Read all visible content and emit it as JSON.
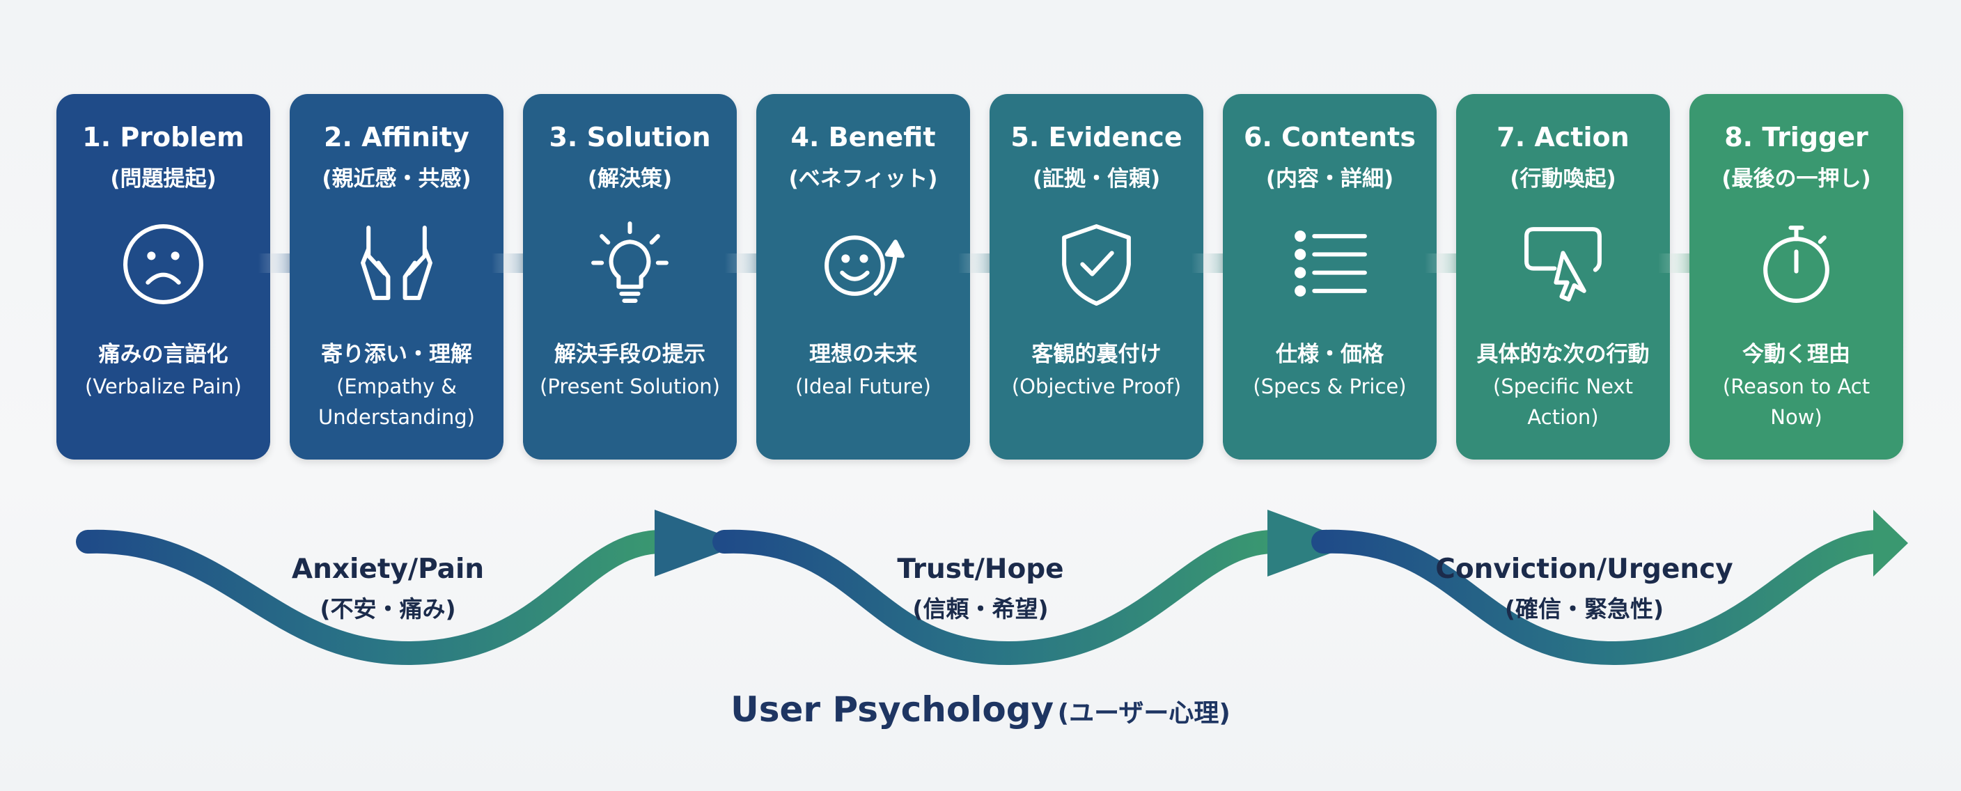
{
  "steps": [
    {
      "title": "1. Problem",
      "sub": "(問題提起)",
      "jp": "痛みの言語化",
      "en": "(Verbalize Pain)",
      "icon": "sad-face-icon",
      "color": "#1f4b88"
    },
    {
      "title": "2. Affinity",
      "sub": "(親近感・共感)",
      "jp": "寄り添い・理解",
      "en": "(Empathy & Understanding)",
      "icon": "open-hands-icon",
      "color": "#22568a"
    },
    {
      "title": "3. Solution",
      "sub": "(解決策)",
      "jp": "解決手段の提示",
      "en": "(Present Solution)",
      "icon": "lightbulb-icon",
      "color": "#255f88"
    },
    {
      "title": "4. Benefit",
      "sub": "(ベネフィット)",
      "jp": "理想の未来",
      "en": "(Ideal Future)",
      "icon": "smile-arrow-icon",
      "color": "#286a87"
    },
    {
      "title": "5. Evidence",
      "sub": "(証拠・信頼)",
      "jp": "客観的裏付け",
      "en": "(Objective Proof)",
      "icon": "shield-check-icon",
      "color": "#2b7584"
    },
    {
      "title": "6. Contents",
      "sub": "(内容・詳細)",
      "jp": "仕様・価格",
      "en": "(Specs & Price)",
      "icon": "list-icon",
      "color": "#2f817f"
    },
    {
      "title": "7. Action",
      "sub": "(行動喚起)",
      "jp": "具体的な次の行動",
      "en": "(Specific Next Action)",
      "icon": "click-cursor-icon",
      "color": "#348c78"
    },
    {
      "title": "8. Trigger",
      "sub": "(最後の一押し)",
      "jp": "今動く理由",
      "en": "(Reason to Act Now)",
      "icon": "stopwatch-icon",
      "color": "#3a9870"
    }
  ],
  "psychology": [
    {
      "name": "Anxiety/Pain",
      "jp": "(不安・痛み)"
    },
    {
      "name": "Trust/Hope",
      "jp": "(信頼・希望)"
    },
    {
      "name": "Conviction/Urgency",
      "jp": "(確信・緊急性)"
    }
  ],
  "footer": {
    "title": "User Psychology",
    "title_jp": "(ユーザー心理)"
  }
}
